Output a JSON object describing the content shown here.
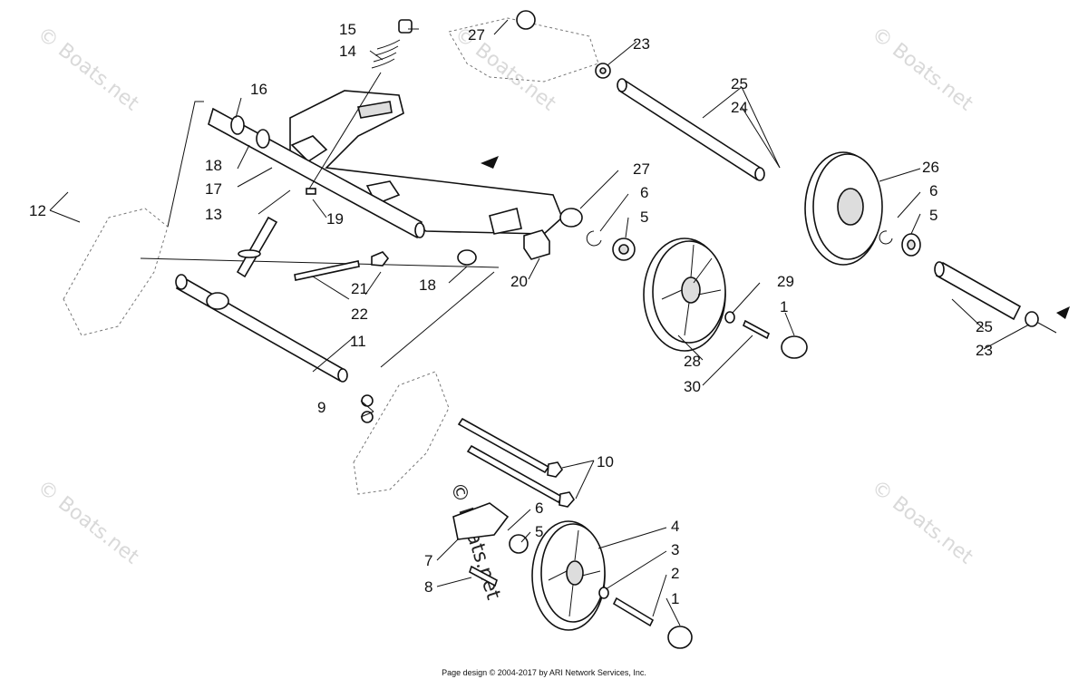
{
  "watermark": {
    "text": "© Boats.net",
    "center_text": "© Boats.net"
  },
  "footer": {
    "text": "Page design © 2004-2017 by ARI Network Services, Inc."
  },
  "callouts": {
    "c1a": "1",
    "c1b": "1",
    "c2": "2",
    "c3": "3",
    "c4": "4",
    "c5a": "5",
    "c5b": "5",
    "c5c": "5",
    "c6a": "6",
    "c6b": "6",
    "c6c": "6",
    "c7": "7",
    "c8": "8",
    "c9": "9",
    "c10": "10",
    "c11": "11",
    "c12": "12",
    "c13": "13",
    "c14": "14",
    "c15": "15",
    "c16": "16",
    "c17": "17",
    "c18a": "18",
    "c18b": "18",
    "c19": "19",
    "c20": "20",
    "c21": "21",
    "c22": "22",
    "c23a": "23",
    "c23b": "23",
    "c24": "24",
    "c25a": "25",
    "c25b": "25",
    "c26": "26",
    "c27a": "27",
    "c27b": "27",
    "c28": "28",
    "c29": "29",
    "c30": "30"
  }
}
